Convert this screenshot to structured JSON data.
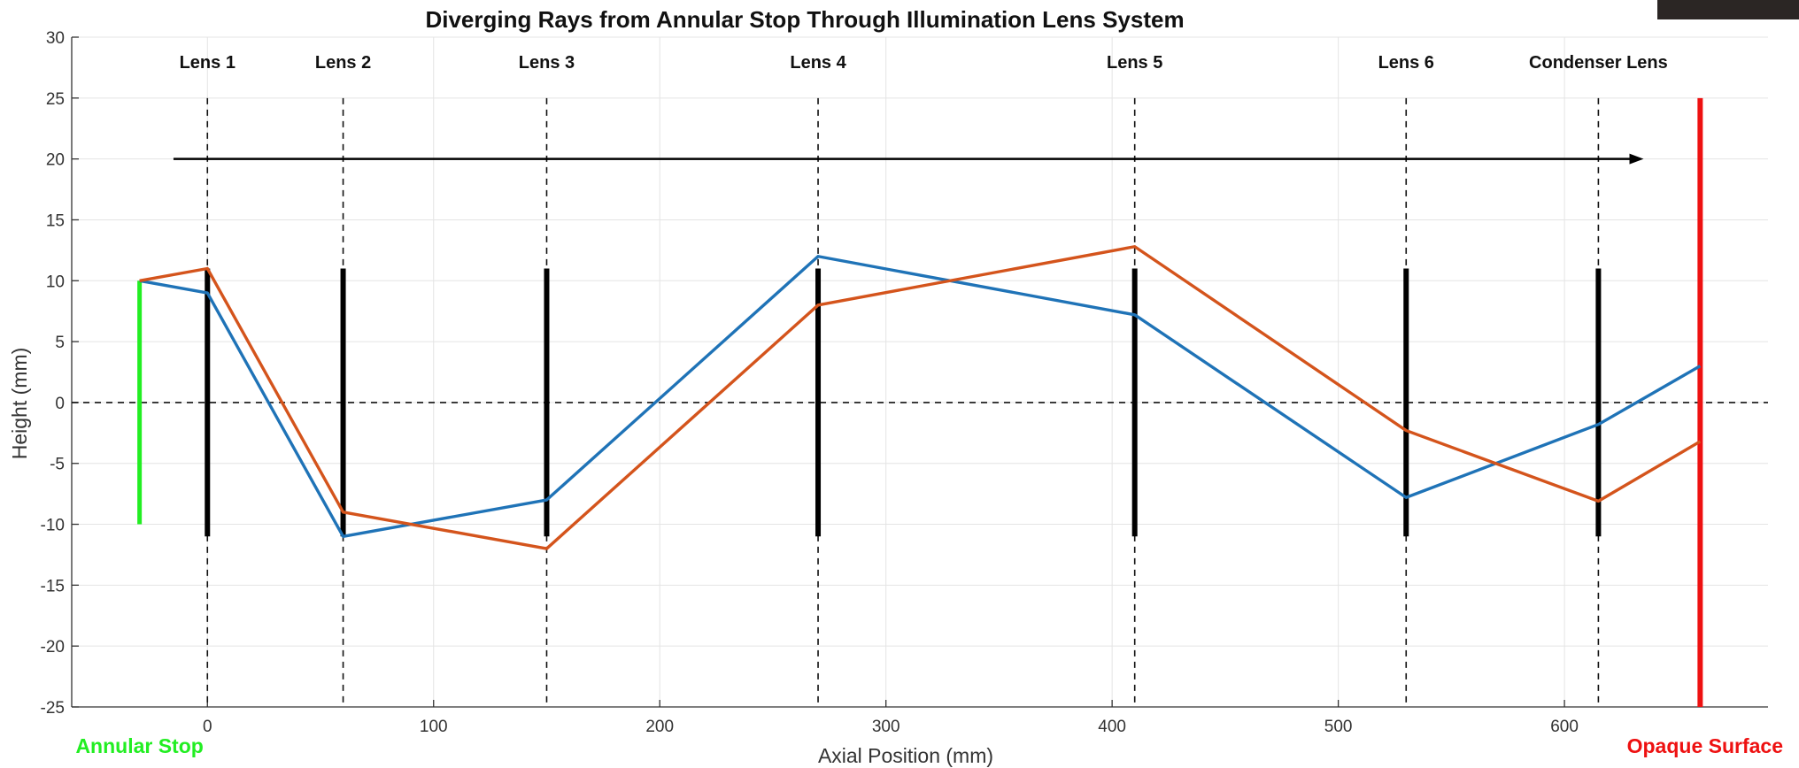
{
  "chart_data": {
    "type": "line",
    "title": "Diverging Rays from Annular Stop Through Illumination Lens System",
    "xlabel": "Axial Position (mm)",
    "ylabel": "Height (mm)",
    "xlim": [
      -60,
      690
    ],
    "ylim": [
      -25,
      30
    ],
    "xticks": [
      0,
      100,
      200,
      300,
      400,
      500,
      600
    ],
    "yticks": [
      -25,
      -20,
      -15,
      -10,
      -5,
      0,
      5,
      10,
      15,
      20,
      25,
      30
    ],
    "grid": true,
    "lenses": [
      {
        "name": "Lens 1",
        "x": 0,
        "half_aperture": 11
      },
      {
        "name": "Lens 2",
        "x": 60,
        "half_aperture": 11
      },
      {
        "name": "Lens 3",
        "x": 150,
        "half_aperture": 11
      },
      {
        "name": "Lens 4",
        "x": 270,
        "half_aperture": 11
      },
      {
        "name": "Lens 5",
        "x": 410,
        "half_aperture": 11
      },
      {
        "name": "Lens 6",
        "x": 530,
        "half_aperture": 11
      },
      {
        "name": "Condenser Lens",
        "x": 615,
        "half_aperture": 11
      }
    ],
    "stop": {
      "label": "Annular Stop",
      "x": -30,
      "y_range": [
        -10,
        10
      ],
      "color": "#22ee22"
    },
    "surface": {
      "label": "Opaque Surface",
      "x": 660,
      "y_range": [
        -25,
        25
      ],
      "color": "#ee1111"
    },
    "direction_arrow": {
      "x_start": -15,
      "x_end": 635,
      "y": 20
    },
    "optical_axis_y": 0,
    "series": [
      {
        "color": "#1f73b7",
        "x": [
          -30,
          0,
          60,
          150,
          270,
          410,
          530,
          615,
          660
        ],
        "y": [
          10,
          9,
          -11,
          -8,
          12,
          7.2,
          -7.8,
          -1.8,
          3
        ]
      },
      {
        "color": "#d4541c",
        "x": [
          -30,
          0,
          60,
          150,
          270,
          410,
          530,
          615,
          660
        ],
        "y": [
          10,
          11,
          -9,
          -12,
          8,
          12.8,
          -2.3,
          -8.1,
          -3.2
        ]
      }
    ]
  }
}
